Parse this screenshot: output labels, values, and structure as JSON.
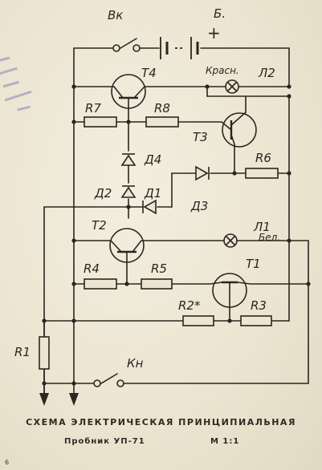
{
  "switch_label": "Вк",
  "battery_label": "Б.",
  "battery_plus": "+",
  "lamp_red_label": "Красн.",
  "lamp_red_ref": "Л2",
  "lamp_white_label": "Бел.",
  "lamp_white_ref": "Л1",
  "transistors": [
    "Т4",
    "Т3",
    "Т2",
    "Т1"
  ],
  "resistors": [
    "R7",
    "R8",
    "R6",
    "R4",
    "R5",
    "R2*",
    "R3",
    "R1"
  ],
  "diodes": [
    "Д4",
    "Д2",
    "Д1",
    "Д3"
  ],
  "button_label": "Кн",
  "caption": {
    "title": "СХЕМА ЭЛЕКТРИЧЕСКАЯ ПРИНЦИПИАЛЬНАЯ",
    "device": "Пробник УП-71",
    "scale": "М 1:1"
  },
  "page_number": "6"
}
